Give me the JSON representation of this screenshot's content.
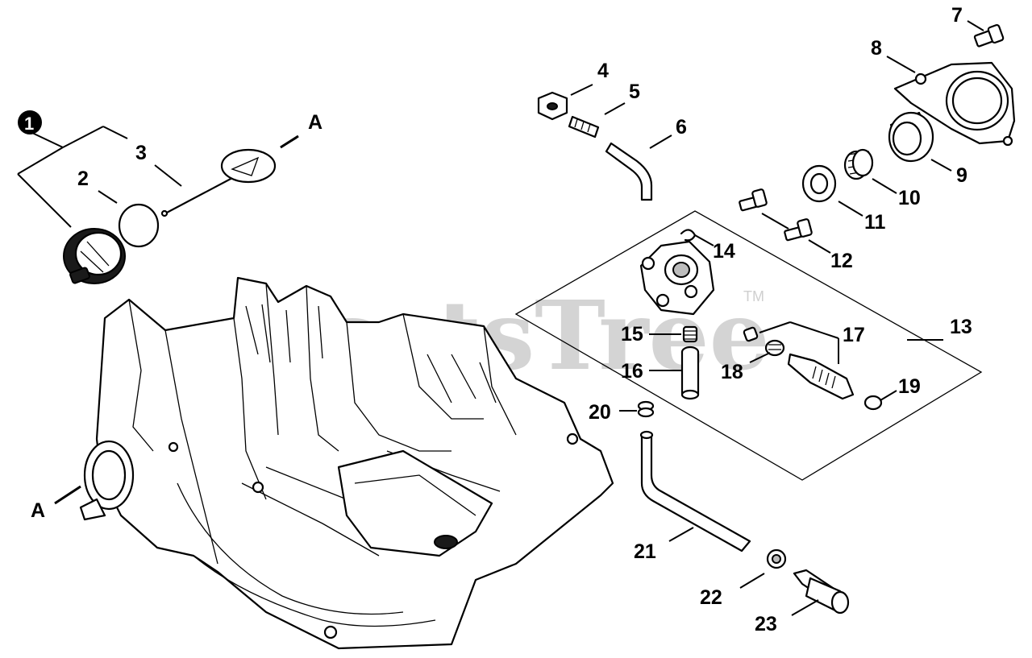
{
  "watermark": {
    "text": "PartsTree",
    "tm": "TM"
  },
  "callouts": {
    "c1": "1",
    "c2": "2",
    "c3": "3",
    "c4": "4",
    "c5": "5",
    "c6": "6",
    "c7": "7",
    "c8": "8",
    "c9": "9",
    "c10": "10",
    "c11": "11",
    "c12": "12",
    "c13": "13",
    "c14": "14",
    "c15": "15",
    "c16": "16",
    "c17": "17",
    "c18": "18",
    "c19": "19",
    "c20": "20",
    "c21": "21",
    "c22": "22",
    "c23": "23",
    "ref_a_top": "A",
    "ref_a_left": "A"
  },
  "colors": {
    "line": "#000000",
    "background": "#ffffff",
    "watermark": "#d4d4d4"
  }
}
